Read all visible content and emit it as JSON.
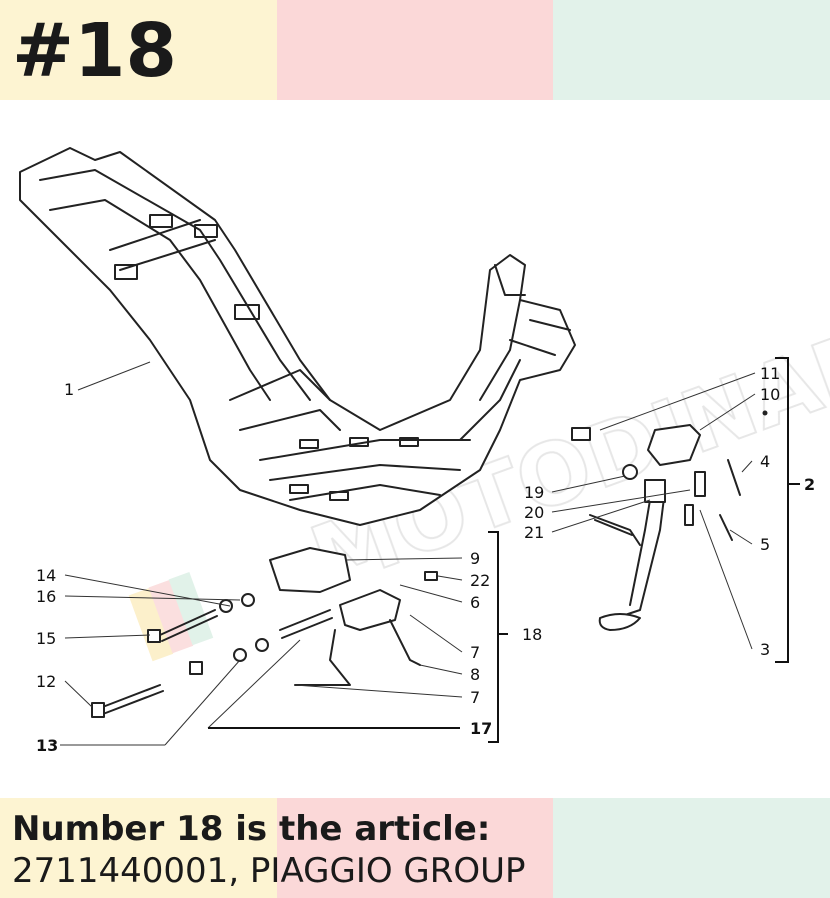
{
  "header": {
    "title": "#18"
  },
  "footer": {
    "line1": "Number 18 is the article:",
    "line2": "2711440001, PIAGGIO GROUP"
  },
  "diagram": {
    "watermark": "MOTODINAMICA",
    "callouts": {
      "c1": "1",
      "c2": "2",
      "c3": "3",
      "c4": "4",
      "c5": "5",
      "c6": "6",
      "c7a": "7",
      "c7b": "7",
      "c8": "8",
      "c9": "9",
      "c10": "10",
      "c11": "11",
      "c12": "12",
      "c13": "13",
      "c14": "14",
      "c15": "15",
      "c16": "16",
      "c17": "17",
      "c18": "18",
      "c19": "19",
      "c20": "20",
      "c21": "21",
      "c22": "22"
    }
  },
  "colors": {
    "band_yellow": "#fdf4d2",
    "band_pink": "#fbd8d8",
    "band_mint": "#e2f2ea"
  }
}
